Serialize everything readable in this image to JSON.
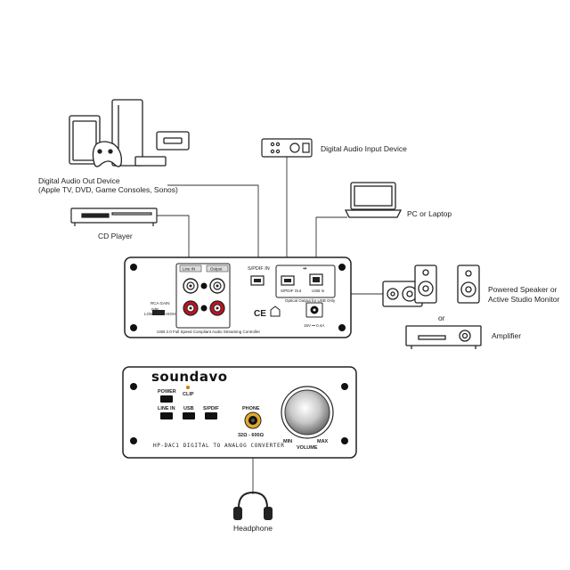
{
  "sources": {
    "digital_out_title": "Digital Audio Out Device",
    "digital_out_sub": "(Apple TV, DVD, Game Consoles, Sonos)",
    "cd_player": "CD Player",
    "digital_in_device": "Digital Audio Input Device",
    "pc_laptop": "PC or Laptop"
  },
  "outputs": {
    "speaker_line1": "Powered Speaker or",
    "speaker_line2": "Active Studio Monitor",
    "or": "or",
    "amplifier": "Amplifier",
    "headphone": "Headphone"
  },
  "rear_panel": {
    "line_in": "Line IN",
    "output": "Output",
    "spdif_in": "S/PDIF IN",
    "spdif_out": "S/PDIF Out",
    "usb_in": "USB In",
    "optical_note": "Optical Output  for USB Only",
    "rca_gain": "RCA GAIN",
    "gain_low": "LOW",
    "gain_value": "0dB",
    "gain_high": "HIGH",
    "controller_note": "USB 2.0 Full Speed Compliant Audio Streaming Controller",
    "dc_rating": "15V  ⎓  0.4A",
    "ce_mark": "CE"
  },
  "front_panel": {
    "brand": "soundavo",
    "power": "POWER",
    "clip": "CLIP",
    "line_in": "LINE IN",
    "usb": "USB",
    "spdif": "S/PDIF",
    "phone": "PHONE",
    "impedance": "32Ω - 600Ω",
    "model": "HP-DAC1  DIGITAL TO ANALOG CONVERTER",
    "min": "MIN",
    "max": "MAX",
    "volume": "VOLUME"
  }
}
